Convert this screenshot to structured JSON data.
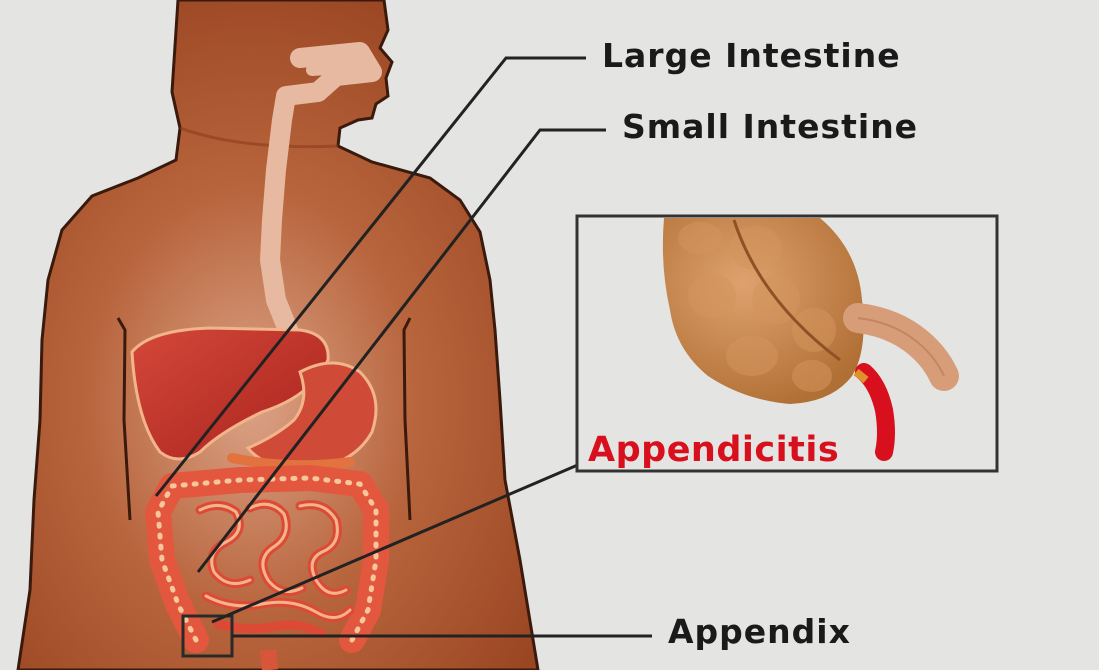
{
  "labels": {
    "large_intestine": "Large Intestine",
    "small_intestine": "Small Intestine",
    "appendix": "Appendix",
    "appendicitis": "Appendicitis"
  },
  "colors": {
    "background": "#e4e4e2",
    "skin": "#a8532d",
    "organs_red": "#c0392b",
    "inset_tissue": "#c98848",
    "appendicitis_red": "#d8101e",
    "leader_lines": "#222222"
  },
  "icons": [
    "human-torso-illustration",
    "appendix-closeup-illustration"
  ]
}
